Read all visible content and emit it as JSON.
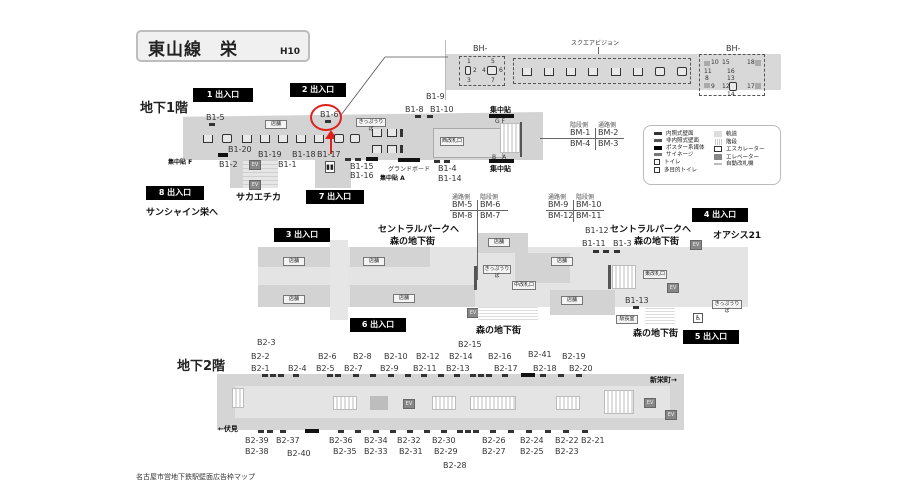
{
  "header": {
    "station_title": "東山線　栄",
    "station_code": "H10"
  },
  "floors": {
    "b1_label": "地下1階",
    "b2_label": "地下2階"
  },
  "exits": {
    "exit1": "1 出入口",
    "exit2": "2 出入口",
    "exit3": "3 出入口",
    "exit4": "4 出入口",
    "exit5": "5 出入口",
    "exit6": "6 出入口",
    "exit7": "7 出入口",
    "exit8": "8 出入口"
  },
  "places": {
    "sunshine": "サンシャイン栄へ",
    "sakaechika": "サカエチカ",
    "central_park_1": "セントラルパークへ",
    "central_park_1b": "森の地下街",
    "central_park_2": "セントラルパークへ",
    "central_park_2b": "森の地下街",
    "mori_1": "森の地下街",
    "mori_2": "森の地下街",
    "oasis21": "オアシス21",
    "shinsakae": "新栄町→",
    "fushimi": "←伏見",
    "grand_board": "グランドボード",
    "shuchu_a": "集中貼 A",
    "shuchu_f": "集中貼 F",
    "shuchu_gf": "集中貼",
    "gf": "G F",
    "ba": "B　A",
    "shuchu_ba": "集中貼"
  },
  "square_vision": {
    "title": "スクエアビジョン",
    "bh_left_label": "BH-",
    "bh_right_label": "BH-",
    "bh_left_numbers": [
      "1",
      "2",
      "3",
      "4",
      "5",
      "6",
      "7"
    ],
    "bh_right_numbers": [
      "8",
      "9",
      "10",
      "11",
      "12",
      "13",
      "14",
      "15",
      "16",
      "17",
      "18"
    ]
  },
  "b1_labels": {
    "b1_5": "B1-5",
    "b1_6": "B1-6",
    "b1_8": "B1-8",
    "b1_9": "B1-9",
    "b1_10": "B1-10",
    "b1_20": "B1-20",
    "b1_19": "B1-19",
    "b1_18": "B1-18",
    "b1_17": "B1-17",
    "b1_2": "B1-2",
    "b1_1": "B1-1",
    "b1_15": "B1-15",
    "b1_16": "B1-16",
    "b1_4": "B1-4",
    "b1_14": "B1-14",
    "b1_11": "B1-11",
    "b1_12": "B1-12",
    "b1_3": "B1-3",
    "b1_13": "B1-13"
  },
  "bm_groups": [
    {
      "left_head": "階段側",
      "right_head": "通路側",
      "row1": [
        "BM-1",
        "BM-2"
      ],
      "row2": [
        "BM-4",
        "BM-3"
      ]
    },
    {
      "left_head": "通路側",
      "right_head": "階段側",
      "row1": [
        "BM-5",
        "BM-6"
      ],
      "row2": [
        "BM-8",
        "BM-7"
      ]
    },
    {
      "left_head": "通路側",
      "right_head": "階段側",
      "row1": [
        "BM-9",
        "BM-10"
      ],
      "row2": [
        "BM-12",
        "BM-11"
      ]
    }
  ],
  "b2_top": [
    {
      "upper": "B2-3"
    },
    {
      "upper": "B2-2",
      "lower": "B2-1"
    },
    {
      "lower": "B2-4"
    },
    {
      "upper": "B2-6",
      "lower": "B2-5"
    },
    {
      "upper": "B2-8",
      "lower": "B2-7"
    },
    {
      "upper": "B2-10",
      "lower": "B2-9"
    },
    {
      "upper": "B2-12",
      "lower": "B2-11"
    },
    {
      "upper": "B2-14",
      "lower": "B2-13"
    },
    {
      "upper": "B2-15"
    },
    {
      "upper": "B2-16",
      "lower": "B2-17"
    },
    {
      "upper": "B2-41",
      "lower": "B2-18"
    },
    {
      "upper": "B2-19",
      "lower": "B2-20"
    }
  ],
  "b2_bottom": [
    {
      "upper": "B2-39",
      "lower": "B2-38"
    },
    {
      "upper": "B2-37",
      "lower": "B2-40"
    },
    {
      "upper": "B2-36",
      "lower": "B2-35"
    },
    {
      "upper": "B2-34",
      "lower": "B2-33"
    },
    {
      "upper": "B2-32",
      "lower": "B2-31"
    },
    {
      "upper": "B2-30",
      "lower": "B2-29"
    },
    {
      "lower": "B2-28"
    },
    {
      "upper": "B2-26",
      "lower": "B2-27"
    },
    {
      "upper": "B2-24",
      "lower": "B2-25"
    },
    {
      "upper": "B2-22",
      "lower": "B2-23"
    },
    {
      "upper": "B2-21"
    }
  ],
  "map_tags": {
    "shop": "店舗",
    "kippu": "きっぷうりば",
    "west_gate": "西改札口",
    "middle_gate": "中改札口",
    "east_gate": "東改札口",
    "station_office": "駅長室",
    "ev": "EV"
  },
  "legend": {
    "items_left": [
      "内照式壁面",
      "非内照式壁面",
      "ポスター系媒体",
      "サイネージ",
      "トイレ",
      "多目的トイレ"
    ],
    "items_right": [
      "軌道",
      "階段",
      "エスカレーター",
      "エレベーター",
      "自動改札機"
    ]
  },
  "footer": {
    "text": "名古屋市営地下鉄駅壁面広告枠マップ"
  },
  "colors": {
    "highlight": "#e0201a",
    "floor": "#d3d3d3",
    "exit_bg": "#000000"
  }
}
